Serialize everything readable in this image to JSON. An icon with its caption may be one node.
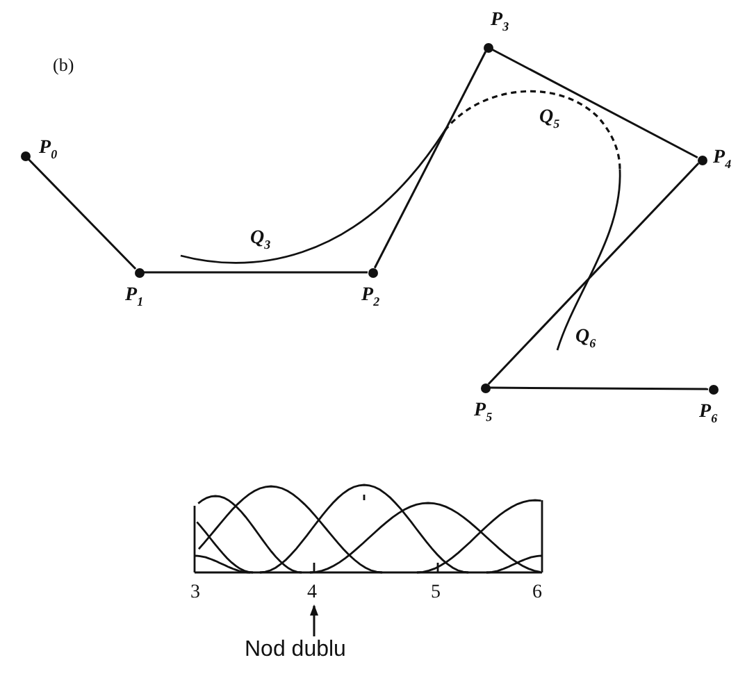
{
  "diagram": {
    "nodes": [
      {
        "text": [
          "P$_{0}$"
        ]
      },
      {
        "text": [
          "P$_{1}$"
        ]
      },
      {
        "text": [
          "P$_{2}$"
        ]
      },
      {
        "text": [
          "P$_{3}$"
        ]
      },
      {
        "text": [
          "P$_{4}$"
        ]
      },
      {
        "text": [
          "P$_{5}$"
        ]
      },
      {
        "text": [
          "P$_{6}$"
        ]
      },
      {
        "text": [
          "Nod dublu"
        ]
      },
      {
        "text": [
          "4"
        ]
      }
    ],
    "edges": [
      {
        "from": 0,
        "to": 1,
        "arrow": "none"
      },
      {
        "from": 1,
        "to": 2,
        "arrow": "none"
      },
      {
        "from": 2,
        "to": 3,
        "arrow": "none"
      },
      {
        "from": 3,
        "to": 4,
        "arrow": "none"
      },
      {
        "from": 4,
        "to": 5,
        "arrow": "none"
      },
      {
        "from": 5,
        "to": 6,
        "arrow": "none"
      },
      {
        "from": 7,
        "to": 8,
        "arrow": "to"
      }
    ],
    "labels": [
      "(b)",
      "Q$_{3}$",
      "Q$_{5}$",
      "Q$_{6}$",
      "3",
      "5",
      "6"
    ]
  }
}
